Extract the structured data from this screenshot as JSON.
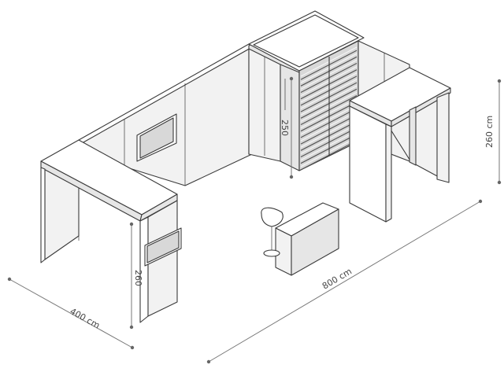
{
  "dimensions": {
    "width_label": "800 cm",
    "depth_label": "400 cm",
    "height_right_label": "260 cm",
    "height_front_label": "260",
    "height_storage_label": "250"
  }
}
